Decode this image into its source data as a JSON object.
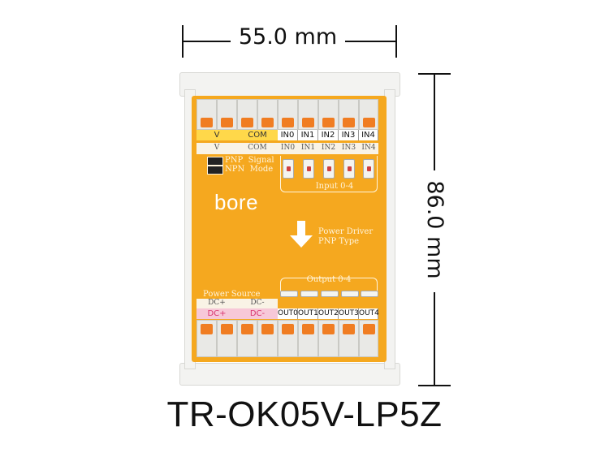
{
  "width_label": "55.0 mm",
  "height_label": "86.0 mm",
  "model": "TR-OK05V-LP5Z",
  "board": {
    "brand": "bore",
    "top_labels": [
      "V",
      "COM",
      "IN0",
      "IN1",
      "IN2",
      "IN3",
      "IN4"
    ],
    "top_silk": [
      "V",
      "COM",
      "IN0",
      "IN1",
      "IN2",
      "IN3",
      "IN4"
    ],
    "mode_lines": [
      "PNP  Signal",
      "NPN  Mode"
    ],
    "input_group": "Input 0-4",
    "driver_lines": [
      "Power Driver",
      "PNP Type"
    ],
    "output_group": "Output 0-4",
    "power_source": "Power Source",
    "bottom_silk": [
      "DC+",
      "DC-"
    ],
    "bottom_labels": [
      "DC+",
      "DC-",
      "OUT0",
      "OUT1",
      "OUT2",
      "OUT3",
      "OUT4"
    ]
  },
  "colors": {
    "board": "#f5a81f",
    "lever": "#f07d22",
    "rail": "#f3f3f1"
  }
}
